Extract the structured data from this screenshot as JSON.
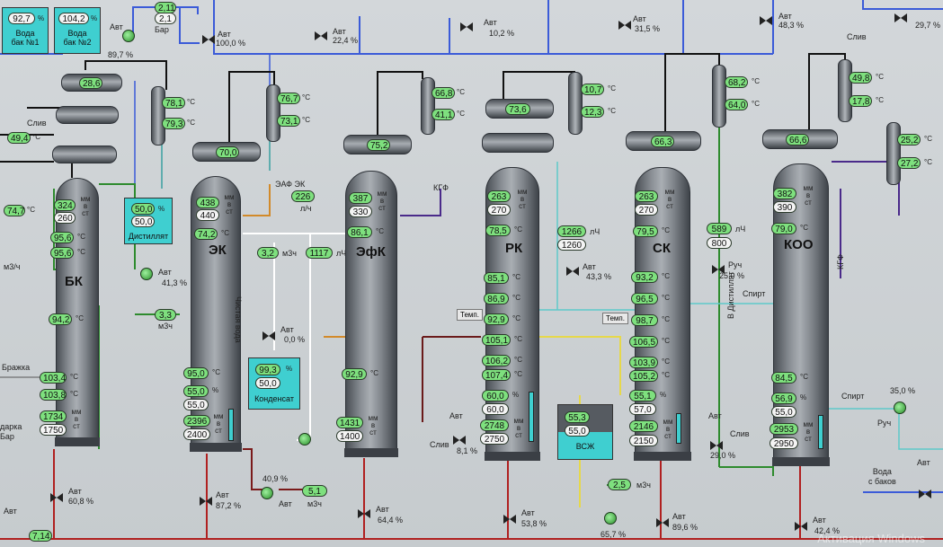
{
  "tanks": {
    "water1": {
      "value": "92,7",
      "unit": "%",
      "label1": "Вода",
      "label2": "бак №1"
    },
    "water2": {
      "value": "104,2",
      "unit": "%",
      "label1": "Вода",
      "label2": "бак №2"
    },
    "distillate": {
      "pv": "50,0",
      "sp": "50,0",
      "unit": "%",
      "label": "Дистиллят"
    },
    "condensate": {
      "pv": "99,3",
      "sp": "50,0",
      "unit": "%",
      "label": "Конденсат"
    },
    "vsj": {
      "pv": "55,3",
      "sp": "55,0",
      "label": "ВСЖ"
    }
  },
  "columns": {
    "bk": {
      "name": "БК",
      "top1": "324",
      "top2": "260",
      "t1": "95,6",
      "t2": "95,6",
      "t3": "94,2",
      "b1": "103,4",
      "b2": "103,8",
      "p1": "1734",
      "p2": "1750"
    },
    "ek": {
      "name": "ЭК",
      "top1": "438",
      "top2": "440",
      "t1": "74,2",
      "t2": "95,0",
      "l1": "55,0",
      "l2": "55,0",
      "p1": "2396",
      "p2": "2400",
      "drum": "70,0",
      "hx1": "76,7",
      "hx2": "73,1"
    },
    "efk": {
      "name": "ЭфК",
      "top1": "387",
      "top2": "330",
      "t1": "86,1",
      "t2": "92,9",
      "p1": "1431",
      "p2": "1400",
      "drum": "75,2",
      "hx1": "66,8",
      "hx2": "41,1"
    },
    "rk": {
      "name": "РК",
      "top1": "263",
      "top2": "270",
      "t1": "78,5",
      "t2": "85,1",
      "t3": "86,9",
      "t4": "92,9",
      "t5": "105,1",
      "t6": "106,2",
      "t7": "107,4",
      "l1": "60,0",
      "l2": "60,0",
      "p1": "2748",
      "p2": "2750",
      "drum": "73,6",
      "hx1": "10,7",
      "hx2": "12,3"
    },
    "sk": {
      "name": "СК",
      "top1": "263",
      "top2": "270",
      "t1": "79,5",
      "t2": "93,2",
      "t3": "96,5",
      "t4": "98,7",
      "t5": "106,5",
      "t6": "103,9",
      "t7": "105,2",
      "l1": "55,1",
      "l2": "57,0",
      "p1": "2146",
      "p2": "2150",
      "drum": "66,3",
      "hx1": "68,2",
      "hx2": "64,0"
    },
    "koo": {
      "name": "КОО",
      "top1": "382",
      "top2": "390",
      "t1": "79,0",
      "t2": "84,5",
      "l1": "56,9",
      "l2": "55,0",
      "p1": "2953",
      "p2": "2950",
      "drum": "66,6",
      "hx1": "49,8",
      "hx2": "17,8",
      "hx3": "25,2",
      "hx4": "27,2"
    }
  },
  "bk_drums": {
    "d1": "28,6",
    "hx1": "78,1",
    "hx2": "79,3",
    "left1": "49,4",
    "left2": "74,7"
  },
  "flows": {
    "f_top1": "2,11",
    "f_top2": "2,1",
    "f_ek_226": "226",
    "f_ek_32": "3,2",
    "f_1117": "1117",
    "f_33": "3,3",
    "f_rk1": "1266",
    "f_rk2": "1260",
    "f_sk1": "589",
    "f_sk2": "800",
    "f_51": "5,1",
    "f_25": "2,5",
    "f_714": "7,14"
  },
  "valves": {
    "v_bar": "Бар",
    "v_897": "89,7 %",
    "v_1000": "100,0 %",
    "v_224": "22,4 %",
    "v_102": "10,2 %",
    "v_315": "31,5 %",
    "v_483": "48,3 %",
    "v_297": "29,7 %",
    "v_413": "41,3 %",
    "v_00": "0,0 %",
    "v_433": "43,3 %",
    "v_250": "25,0 %",
    "v_608": "60,8 %",
    "v_872": "87,2 %",
    "v_409": "40,9 %",
    "v_644": "64,4 %",
    "v_81": "8,1 %",
    "v_538": "53,8 %",
    "v_657": "65,7 %",
    "v_896": "89,6 %",
    "v_290": "29,0 %",
    "v_424": "42,4 %",
    "v_350": "35,0 %"
  },
  "units": {
    "pct": "%",
    "degc": "°C",
    "mm": "мм",
    "v": "в",
    "st": "ст",
    "m3h": "м3/ч",
    "m3h2": "м3ч",
    "lh": "л/ч",
    "lh2": "лЧ",
    "avt": "Авт",
    "ruch": "Руч"
  },
  "labels": {
    "sliv": "Слив",
    "sliv2": "Слив",
    "sliv3": "Слив",
    "sliv4": "Слив",
    "spirt": "Спирт",
    "spirt2": "Спирт",
    "kgf": "КГФ",
    "kgf2": "КГФ",
    "eaf_ek": "ЭАФ ЭК",
    "clean_water": "Чистая вода",
    "v_distillat": "В Дистиллят",
    "voda1": "Вода",
    "voda2": "с баков",
    "temp": "Темп.",
    "temp2": "Темп.",
    "bar": "Бар",
    "bar_left": "дарка",
    "brazhka": "Бражка",
    "m3h_left": "м3/ч",
    "m3h_left2": "м3/ч"
  },
  "watermark": "Активация Windows"
}
